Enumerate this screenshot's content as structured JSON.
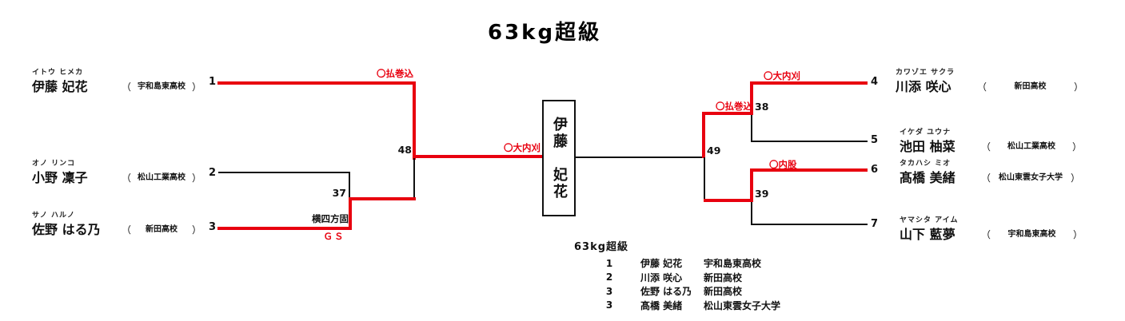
{
  "title": "63kg超級",
  "paren": {
    "open": "（",
    "close": "）"
  },
  "colors": {
    "winner_path": "#e8000f",
    "line": "#111111"
  },
  "players": [
    {
      "seed": "1",
      "furigana": "イトウ ヒメカ",
      "name": "伊藤 妃花",
      "school": "宇和島東高校",
      "side": "left"
    },
    {
      "seed": "2",
      "furigana": "オノ リンコ",
      "name": "小野 凜子",
      "school": "松山工業高校",
      "side": "left"
    },
    {
      "seed": "3",
      "furigana": "サノ ハルノ",
      "name": "佐野 はる乃",
      "school": "新田高校",
      "side": "left"
    },
    {
      "seed": "4",
      "furigana": "カワゾエ サクラ",
      "name": "川添 咲心",
      "school": "新田高校",
      "side": "right"
    },
    {
      "seed": "5",
      "furigana": "イケダ ユウナ",
      "name": "池田 柚菜",
      "school": "松山工業高校",
      "side": "right"
    },
    {
      "seed": "6",
      "furigana": "タカハシ ミオ",
      "name": "髙橋 美緒",
      "school": "松山東雲女子大学",
      "side": "right"
    },
    {
      "seed": "7",
      "furigana": "ヤマシタ アイム",
      "name": "山下 藍夢",
      "school": "宇和島東高校",
      "side": "right"
    }
  ],
  "champion": {
    "vertical_name": "伊藤　妃花"
  },
  "matches": {
    "m37": {
      "no": "37",
      "technique": "横四方固",
      "note": "ＧＳ"
    },
    "m38": {
      "no": "38",
      "technique": "〇大内刈"
    },
    "m39": {
      "no": "39",
      "technique": "〇内股"
    },
    "m48": {
      "no": "48",
      "technique": "〇払巻込"
    },
    "m49": {
      "no": "49",
      "technique": "〇払巻込"
    },
    "final": {
      "technique": "〇大内刈"
    }
  },
  "results": {
    "heading": "63kg超級",
    "rows": [
      {
        "rank": "1",
        "name": "伊藤 妃花",
        "school": "宇和島東高校"
      },
      {
        "rank": "2",
        "name": "川添 咲心",
        "school": "新田高校"
      },
      {
        "rank": "3",
        "name": "佐野 はる乃",
        "school": "新田高校"
      },
      {
        "rank": "3",
        "name": "髙橋 美緒",
        "school": "松山東雲女子大学"
      }
    ]
  }
}
